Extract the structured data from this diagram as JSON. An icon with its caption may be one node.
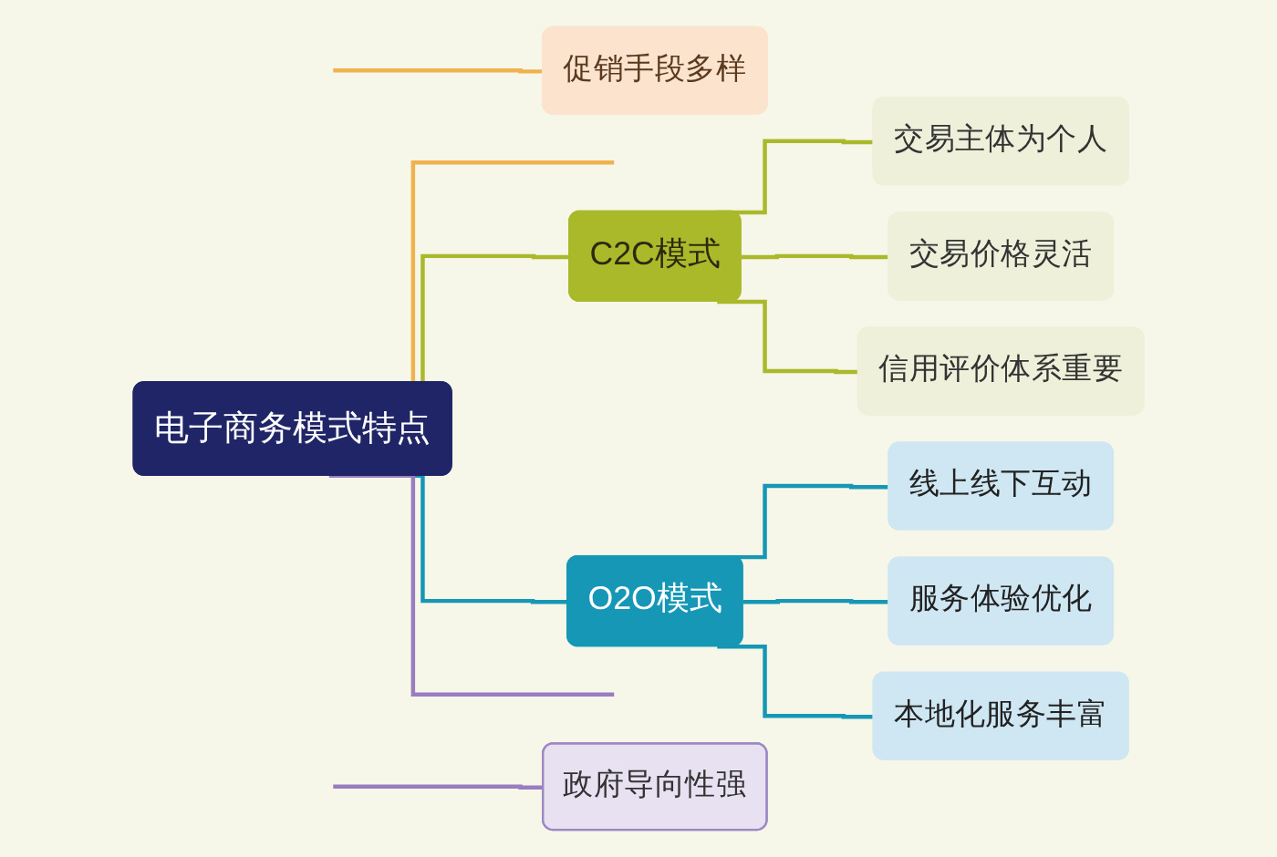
{
  "diagram": {
    "nodes": [
      {
        "text": [
          "电子商务模式特点"
        ]
      },
      {
        "text": [
          "促销手段多样"
        ]
      },
      {
        "text": [
          "C2C模式"
        ]
      },
      {
        "text": [
          "交易主体为个人"
        ]
      },
      {
        "text": [
          "交易价格灵活"
        ]
      },
      {
        "text": [
          "信用评价体系重要"
        ]
      },
      {
        "text": [
          "O2O模式"
        ]
      },
      {
        "text": [
          "线上线下互动"
        ]
      },
      {
        "text": [
          "服务体验优化"
        ]
      },
      {
        "text": [
          "本地化服务丰富"
        ]
      },
      {
        "text": [
          "政府导向性强"
        ]
      }
    ],
    "edges": [
      {
        "from": 0,
        "to": null,
        "arrow": "none",
        "color": "#f0b24c"
      },
      {
        "from": null,
        "to": 1,
        "arrow": "none",
        "color": "#f0b24c"
      },
      {
        "from": 0,
        "to": 2,
        "arrow": "none",
        "color": "#a9b92a"
      },
      {
        "from": 2,
        "to": 3,
        "arrow": "none",
        "color": "#a9b92a"
      },
      {
        "from": 2,
        "to": 4,
        "arrow": "none",
        "color": "#a9b92a"
      },
      {
        "from": 2,
        "to": 5,
        "arrow": "none",
        "color": "#a9b92a"
      },
      {
        "from": 0,
        "to": 6,
        "arrow": "none",
        "color": "#1597b5"
      },
      {
        "from": 6,
        "to": 7,
        "arrow": "none",
        "color": "#1597b5"
      },
      {
        "from": 6,
        "to": 8,
        "arrow": "none",
        "color": "#1597b5"
      },
      {
        "from": 6,
        "to": 9,
        "arrow": "none",
        "color": "#1597b5"
      },
      {
        "from": 0,
        "to": null,
        "arrow": "none",
        "color": "#9a7cc0"
      },
      {
        "from": null,
        "to": 10,
        "arrow": "none",
        "color": "#9a7cc0"
      }
    ]
  }
}
